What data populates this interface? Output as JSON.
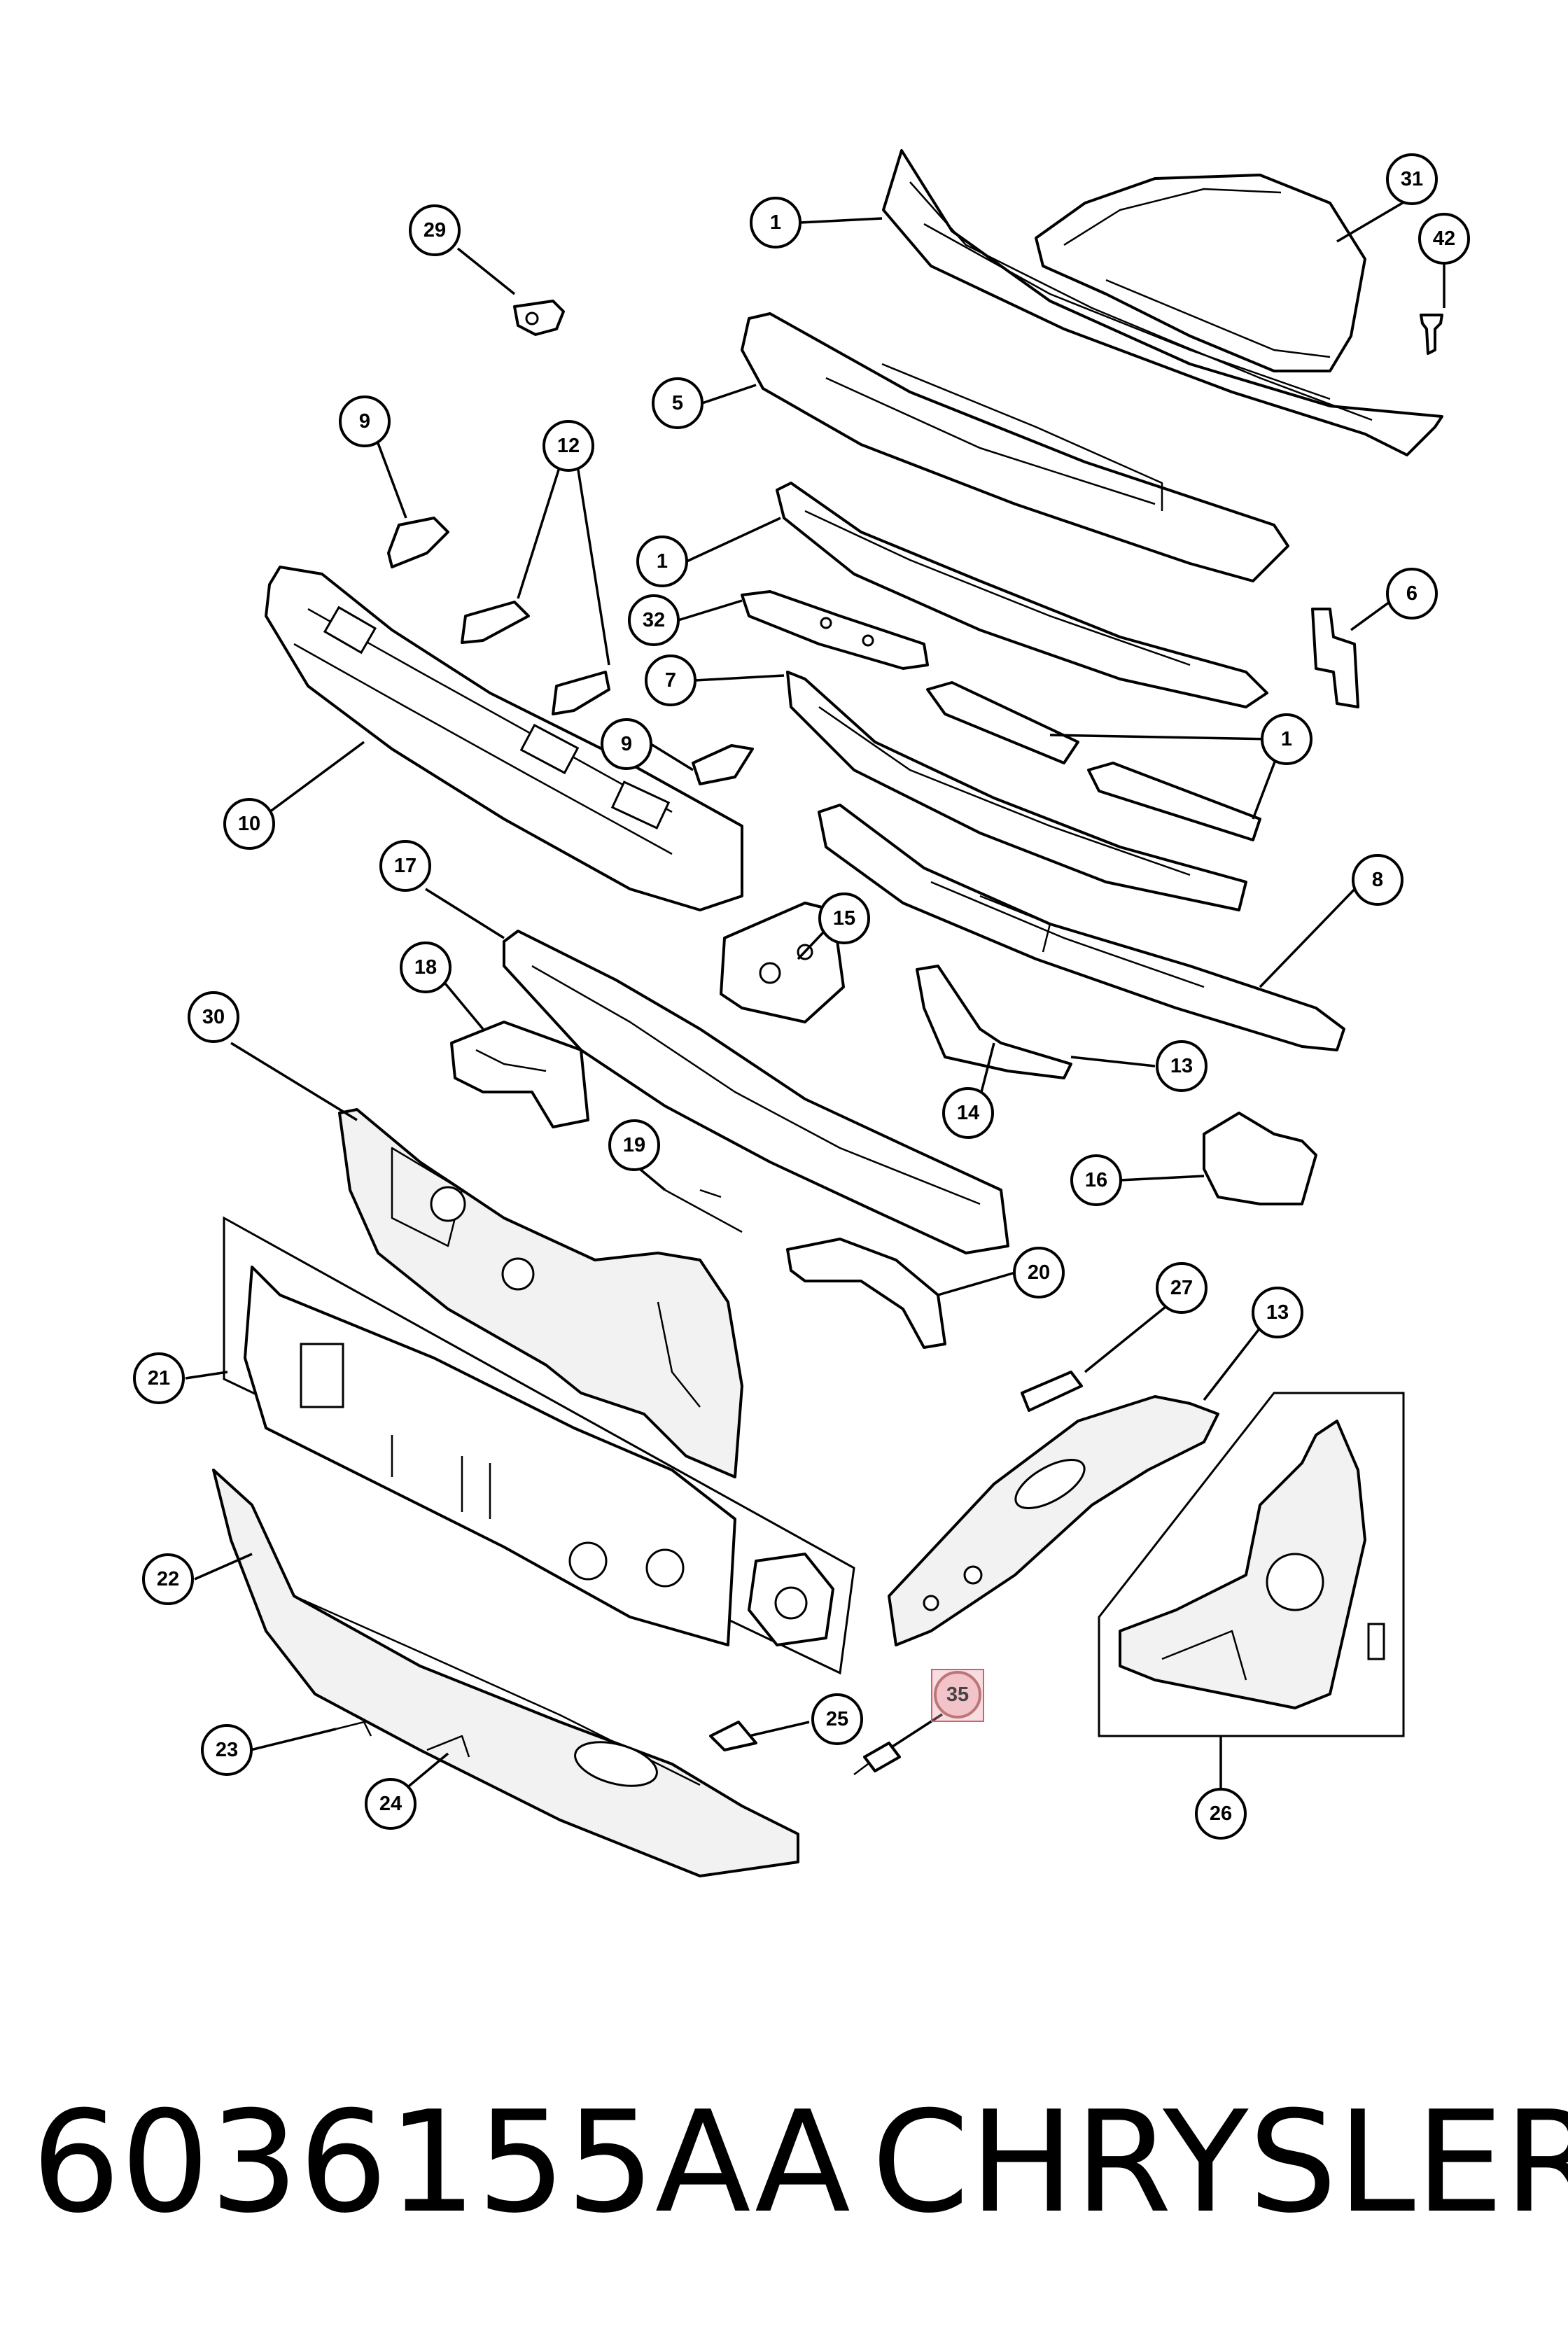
{
  "callouts": [
    {
      "label": "1"
    },
    {
      "label": "5"
    },
    {
      "label": "1"
    },
    {
      "label": "32"
    },
    {
      "label": "7"
    },
    {
      "label": "1"
    },
    {
      "label": "8"
    },
    {
      "label": "6"
    },
    {
      "label": "31"
    },
    {
      "label": "42"
    },
    {
      "label": "29"
    },
    {
      "label": "9"
    },
    {
      "label": "12"
    },
    {
      "label": "9"
    },
    {
      "label": "10"
    },
    {
      "label": "17"
    },
    {
      "label": "15"
    },
    {
      "label": "18"
    },
    {
      "label": "30"
    },
    {
      "label": "19"
    },
    {
      "label": "13"
    },
    {
      "label": "14"
    },
    {
      "label": "16"
    },
    {
      "label": "20"
    },
    {
      "label": "27"
    },
    {
      "label": "13"
    },
    {
      "label": "21"
    },
    {
      "label": "22"
    },
    {
      "label": "23"
    },
    {
      "label": "24"
    },
    {
      "label": "25"
    },
    {
      "label": "35"
    },
    {
      "label": "26"
    }
  ],
  "highlight_color": "#e89aa6",
  "footer": {
    "part_number": "6036155AA",
    "brand": "CHRYSLER"
  }
}
